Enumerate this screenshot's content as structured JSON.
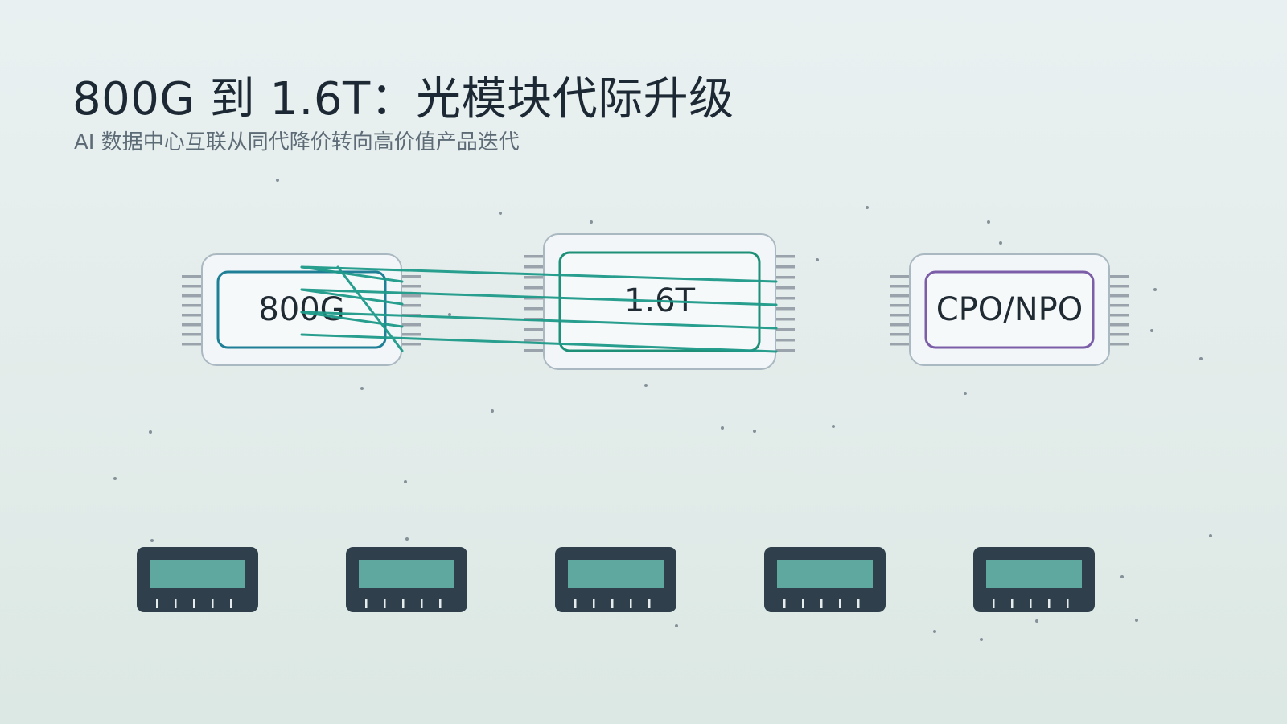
{
  "header": {
    "title": "800G 到 1.6T：光模块代际升级",
    "subtitle": "AI 数据中心互联从同代降价转向高价值产品迭代"
  },
  "diagram": {
    "modules": [
      {
        "id": "m800",
        "label": "800G",
        "accent": "#1e7f96"
      },
      {
        "id": "m16t",
        "label": "1.6T",
        "accent": "#1e9078"
      },
      {
        "id": "mcpo",
        "label": "CPO/NPO",
        "accent": "#7b5ea7"
      }
    ],
    "transceiver_count": 5
  },
  "colors": {
    "fiber": "#1e9a8a",
    "pin": "#9aa3ab",
    "chip_border": "#aab8c1",
    "chip_fill": "#f2f6f8",
    "port_body": "#2f404c",
    "port_window": "#5fa8a0"
  }
}
